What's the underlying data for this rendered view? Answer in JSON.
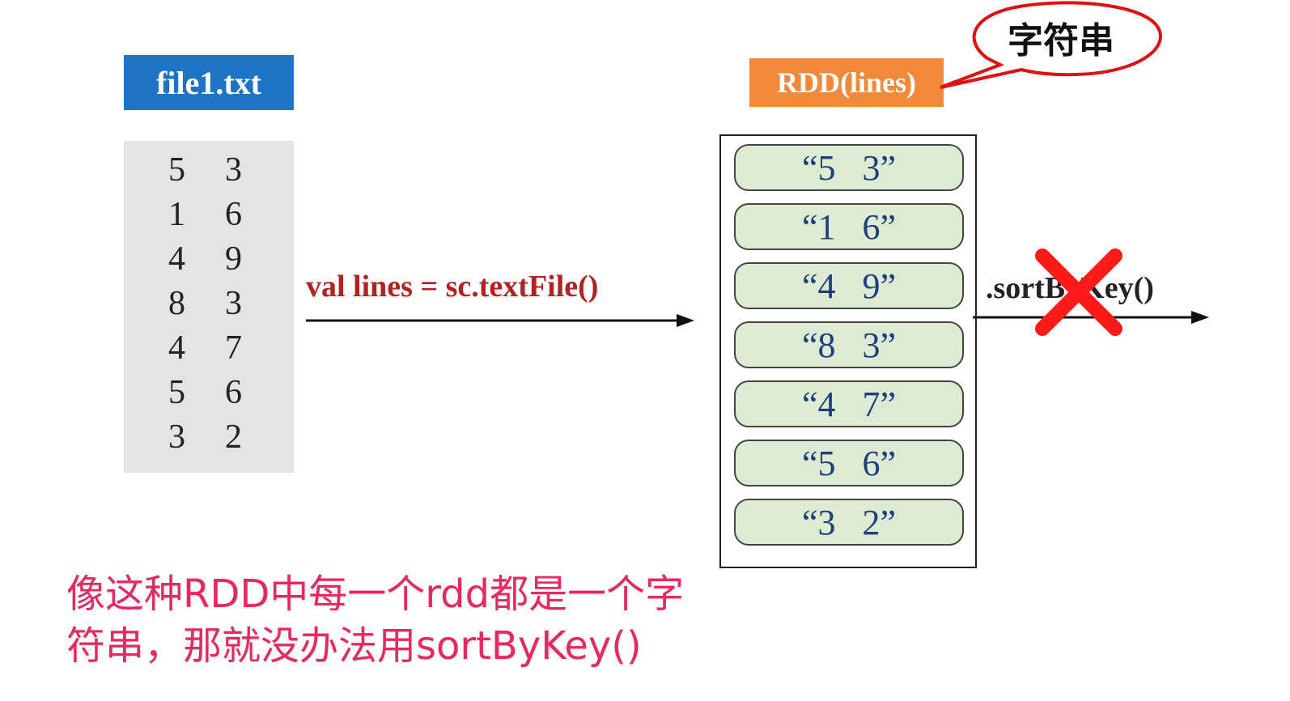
{
  "file": {
    "title": "file1.txt",
    "rows": [
      [
        "5",
        "3"
      ],
      [
        "1",
        "6"
      ],
      [
        "4",
        "9"
      ],
      [
        "8",
        "3"
      ],
      [
        "4",
        "7"
      ],
      [
        "5",
        "6"
      ],
      [
        "3",
        "2"
      ]
    ]
  },
  "transform": {
    "label": "val lines = sc.textFile()"
  },
  "rdd": {
    "title": "RDD(lines)",
    "items": [
      "“5   3”",
      "“1   6”",
      "“4   9”",
      "“8   3”",
      "“4   7”",
      "“5   6”",
      "“3   2”"
    ]
  },
  "bubble": {
    "text": "字符串"
  },
  "sort": {
    "label": ".sortByKey()"
  },
  "caption": {
    "line1": "像这种RDD中每一个rdd都是一个字",
    "line2": "符串，那就没办法用sortByKey()"
  },
  "colors": {
    "file_header": "#1e73c4",
    "rdd_header": "#f08a3a",
    "rdd_item": "#dcebd2",
    "cross": "#ff1a1a",
    "bubble_outline": "#e01010",
    "caption": "#e8285f"
  }
}
